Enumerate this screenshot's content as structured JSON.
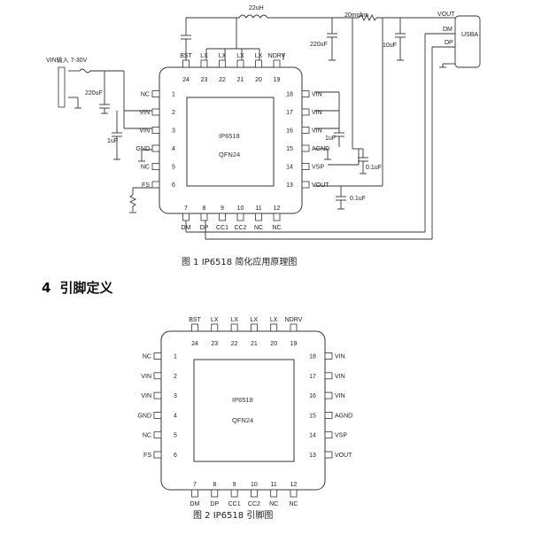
{
  "figure1": {
    "caption": "图 1   IP6518 简化应用原理图",
    "chip_name": "IP6518",
    "chip_package": "QFN24",
    "input_label": "VIN输入 7-30V",
    "inductor": "22uH",
    "sense_resistor": "20mohm",
    "caps": {
      "bst": "220uF",
      "vin": "220uF",
      "vin_small": "1uF",
      "out": "10uF",
      "vin_pin": "1uF",
      "vsp": "0.1uF",
      "vout": "0.1uF"
    },
    "connector": {
      "name": "USBA",
      "pins": [
        "VOUT",
        "DM",
        "DP"
      ]
    },
    "pins": {
      "top": [
        {
          "num": "24",
          "name": "BST"
        },
        {
          "num": "23",
          "name": "LX"
        },
        {
          "num": "22",
          "name": "LX"
        },
        {
          "num": "21",
          "name": "LX"
        },
        {
          "num": "20",
          "name": "LX"
        },
        {
          "num": "19",
          "name": "NDRV"
        }
      ],
      "left": [
        {
          "num": "1",
          "name": "NC"
        },
        {
          "num": "2",
          "name": "VIN"
        },
        {
          "num": "3",
          "name": "VIN"
        },
        {
          "num": "4",
          "name": "GND"
        },
        {
          "num": "5",
          "name": "NC"
        },
        {
          "num": "6",
          "name": "FS"
        }
      ],
      "right": [
        {
          "num": "18",
          "name": "VIN"
        },
        {
          "num": "17",
          "name": "VIN"
        },
        {
          "num": "16",
          "name": "VIN"
        },
        {
          "num": "15",
          "name": "AGND"
        },
        {
          "num": "14",
          "name": "VSP"
        },
        {
          "num": "13",
          "name": "VOUT"
        }
      ],
      "bottom": [
        {
          "num": "7",
          "name": "DM"
        },
        {
          "num": "8",
          "name": "DP"
        },
        {
          "num": "9",
          "name": "CC1"
        },
        {
          "num": "10",
          "name": "CC2"
        },
        {
          "num": "11",
          "name": "NC"
        },
        {
          "num": "12",
          "name": "NC"
        }
      ]
    }
  },
  "section": {
    "number": "4",
    "title": "引脚定义"
  },
  "figure2": {
    "caption": "图 2   IP6518 引脚图",
    "chip_name": "IP6518",
    "chip_package": "QFN24"
  }
}
